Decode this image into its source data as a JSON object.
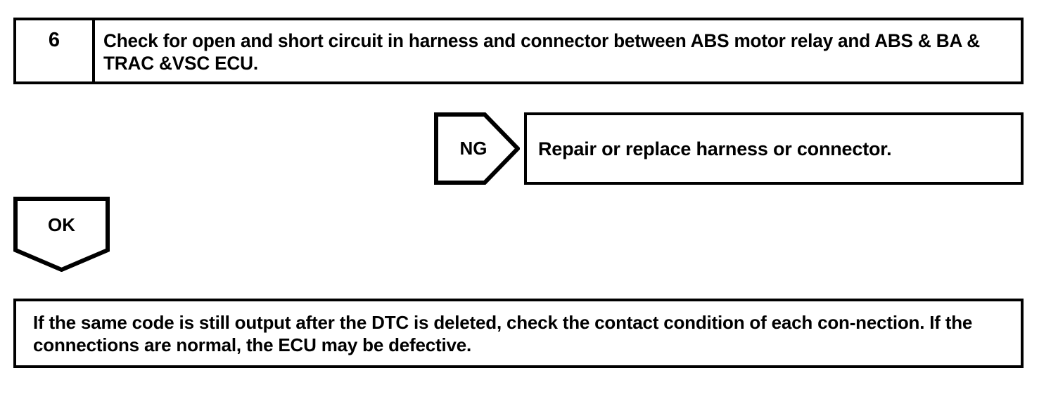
{
  "page": {
    "background_color": "#ffffff",
    "line_color": "#000000"
  },
  "step": {
    "number": "6",
    "instruction": "Check for open and short circuit in harness and connector between ABS motor relay and ABS & BA & TRAC &VSC ECU."
  },
  "branches": {
    "ng": {
      "label": "NG",
      "marker_shape": "chevron-right",
      "result_text": "Repair or replace harness or connector."
    },
    "ok": {
      "label": "OK",
      "marker_shape": "pentagon-down"
    }
  },
  "conclusion": {
    "text": "If the same code is still output after the DTC is deleted, check the contact condition of each con-nection. If the connections are normal, the ECU may be defective."
  }
}
